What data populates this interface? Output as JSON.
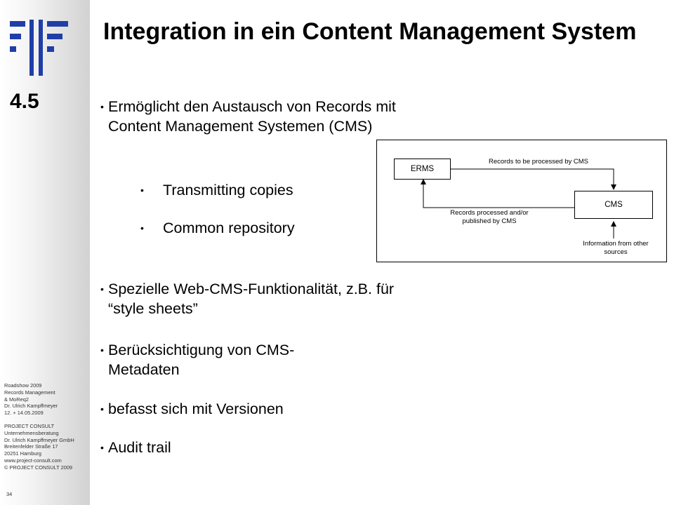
{
  "title": "Integration in ein Content Management System",
  "section_number": "4.5",
  "bullets": {
    "b1": "Ermöglicht den Austausch von Records mit Content Management Systemen (CMS)",
    "sub1": "Transmitting copies",
    "sub2": "Common repository",
    "b2": "Spezielle Web-CMS-Funktionalität, z.B. für “style sheets”",
    "b3": "Berücksichtigung von CMS-Metadaten",
    "b4": "befasst sich mit Versionen",
    "b5": "Audit trail"
  },
  "diagram": {
    "erms": "ERMS",
    "cms": "CMS",
    "arrow_top": "Records to be processed by CMS",
    "arrow_back": "Records processed and/or published by CMS",
    "arrow_in": "Information from other sources"
  },
  "footer": {
    "l1": "Roadshow  2009",
    "l2": "Records  Management",
    "l3": "& MoReq2",
    "l4": "Dr. Ulrich Kampffmeyer",
    "l5": "12. + 14.05.2009",
    "l6": "PROJECT   CONSULT",
    "l7": "Unternehmensberatung",
    "l8": "Dr. Ulrich Kampffmeyer  GmbH",
    "l9": "Breitenfelder  Straße 17",
    "l10": "20251  Hamburg",
    "l11": "www.project-consult.com",
    "l12": "© PROJECT CONSULT  2009"
  },
  "page_number": "34",
  "colors": {
    "logo_blue": "#1f3ea8"
  }
}
